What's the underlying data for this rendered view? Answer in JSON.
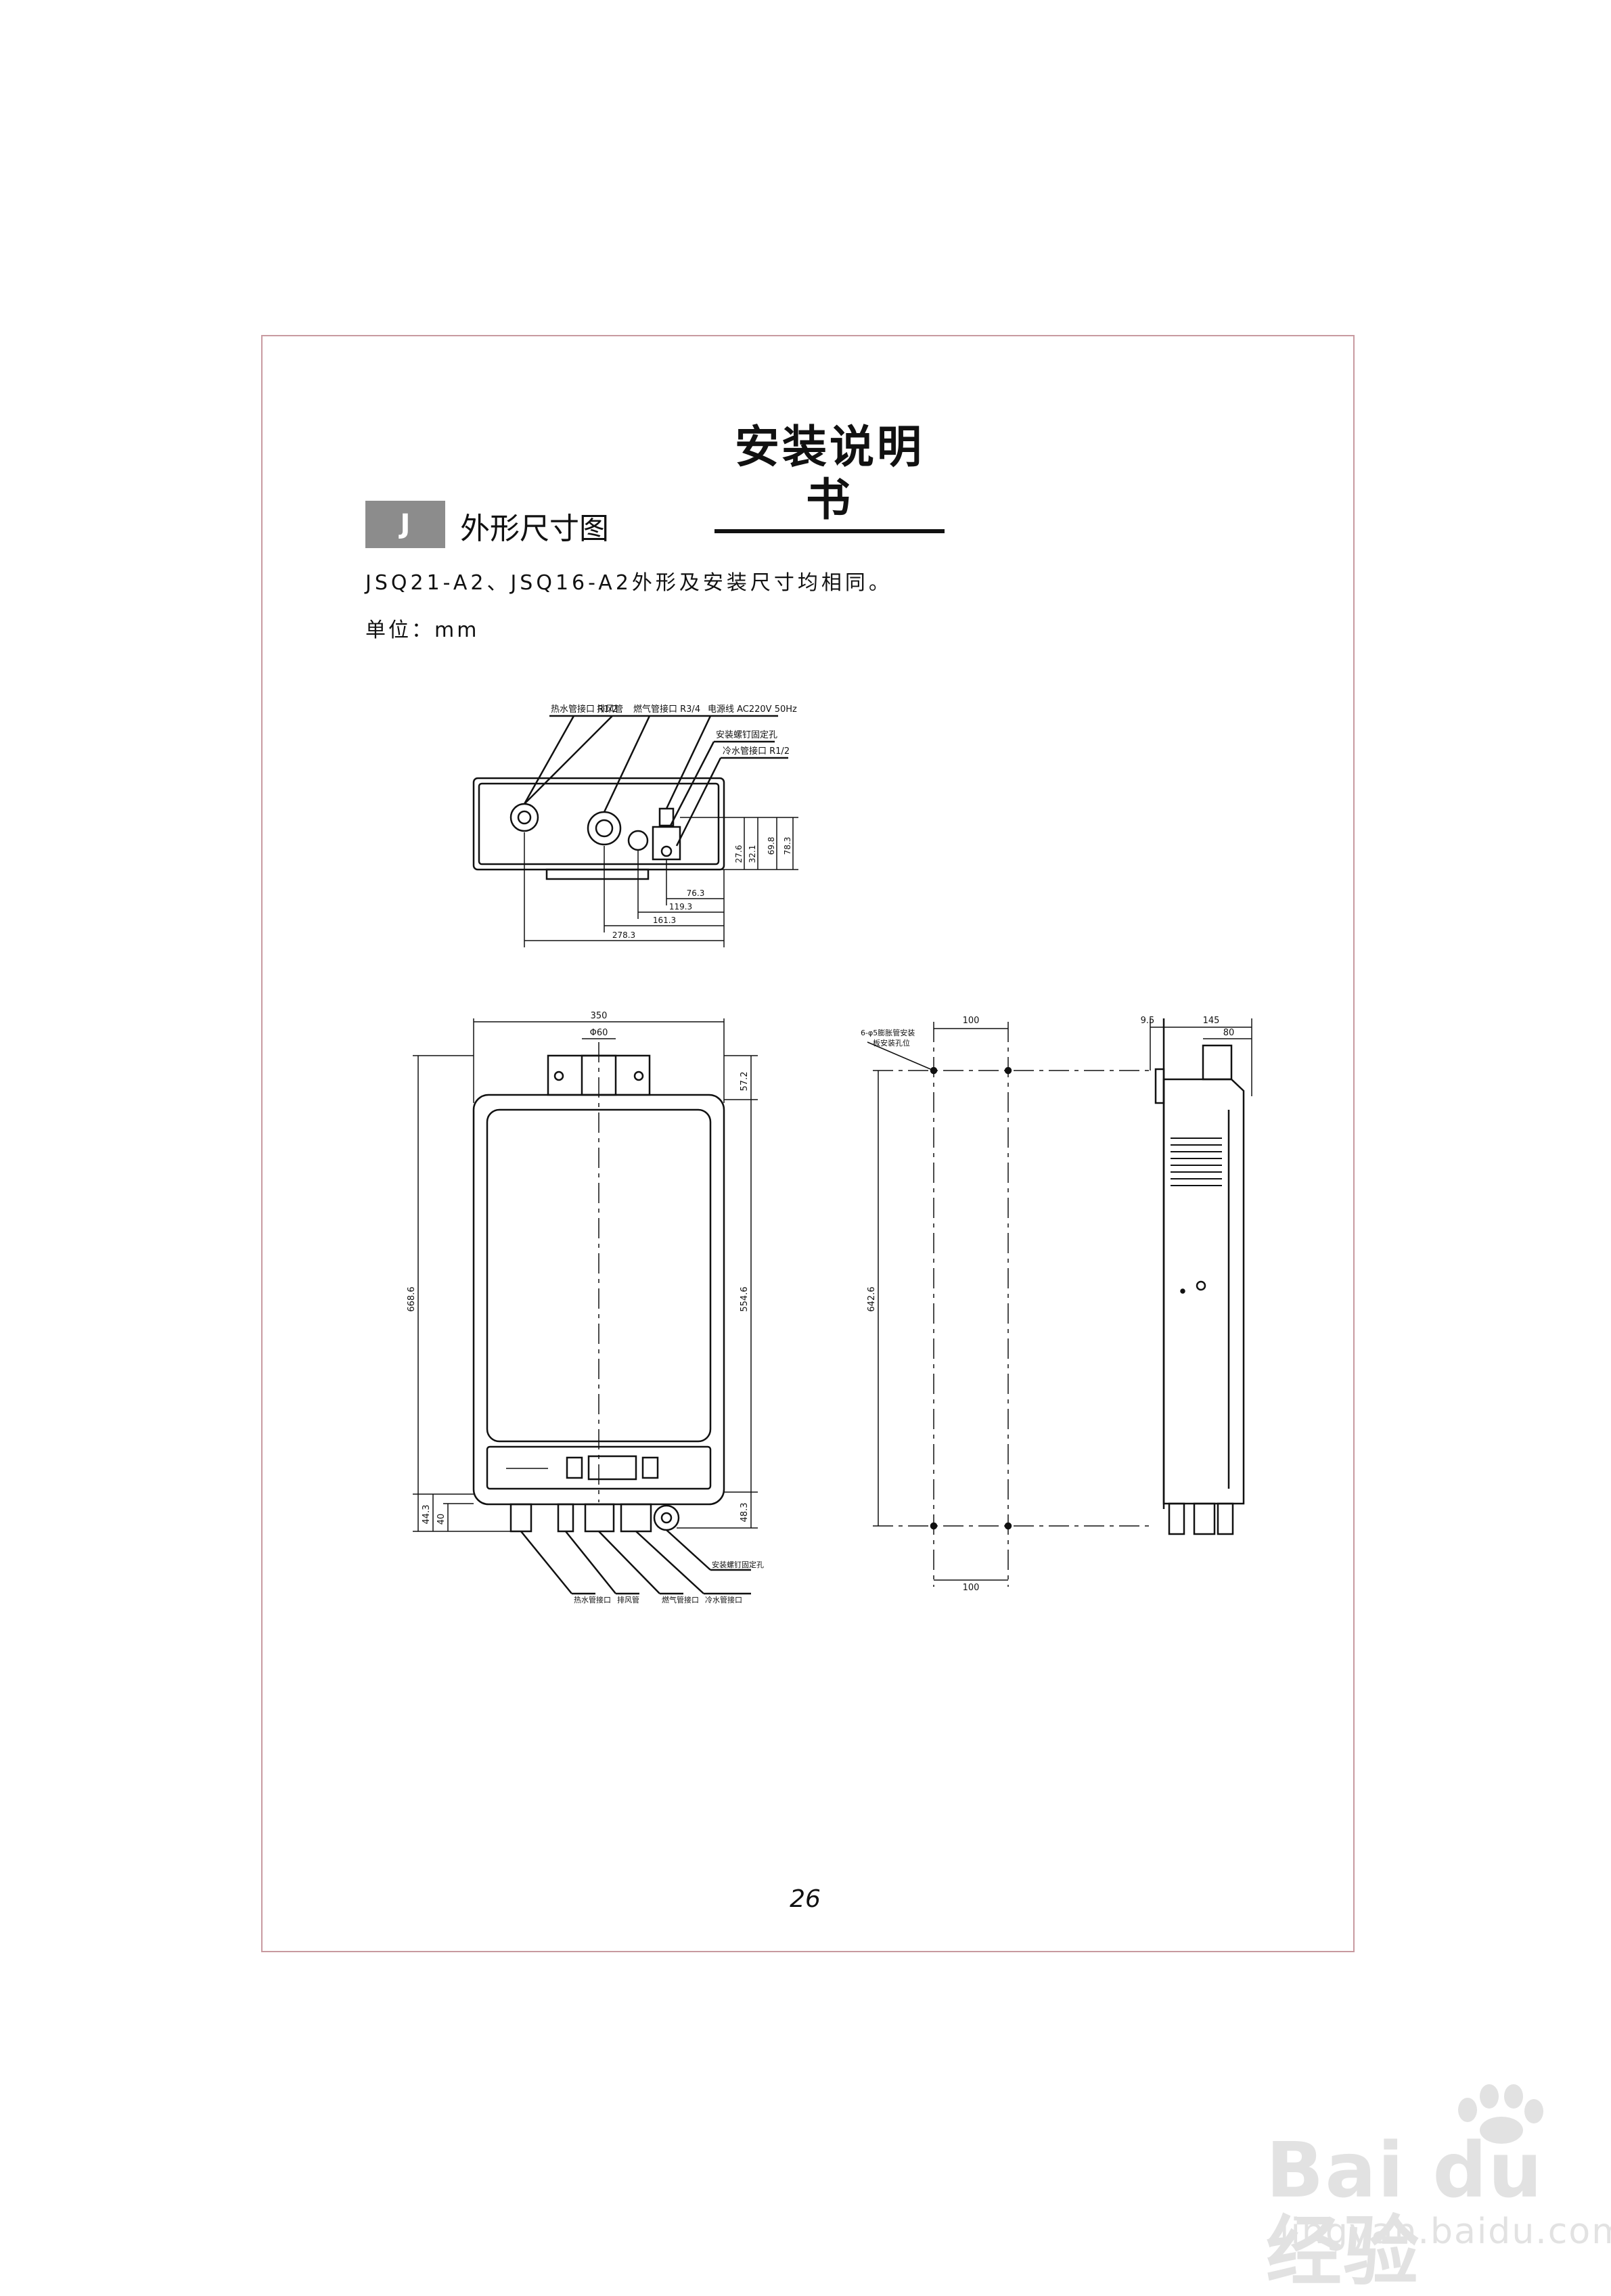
{
  "title": "安装说明书",
  "section": {
    "badge": "J",
    "heading": "外形尺寸图"
  },
  "model_note": "JSQ21-A2、JSQ16-A2外形及安装尺寸均相同。",
  "unit_note": "单位：mm",
  "top_view": {
    "callouts": [
      "热水管接口 R1/2",
      "排风管",
      "燃气管接口 R3/4",
      "电源线 AC220V 50Hz",
      "安装螺钉固定孔",
      "冷水管接口 R1/2"
    ],
    "dims_h": [
      "76.3",
      "119.3",
      "161.3",
      "278.3"
    ],
    "dims_v": [
      "27.6",
      "32.1",
      "69.8",
      "78.3"
    ]
  },
  "front_view": {
    "dims": {
      "width": "350",
      "flue": "Φ60",
      "height": "668.6",
      "top": "57.2",
      "mid": "554.6",
      "bot_l1": "44.3",
      "bot_l2": "40",
      "bot_r": "48.3"
    },
    "callouts": [
      "热水管接口",
      "排风管",
      "燃气管接口",
      "冷水管接口",
      "安装螺钉固定孔"
    ]
  },
  "mount_view": {
    "note_l1": "6-φ5膨胀管安装",
    "note_l2": "板安装孔位",
    "dim_top": "100",
    "dim_side": "642.6",
    "dim_bottom": "100"
  },
  "side_view": {
    "dim_a": "9.5",
    "dim_b": "145",
    "dim_c": "80"
  },
  "page_number": "26",
  "watermark": {
    "main": "Bai du 经验",
    "sub": "jingyan.baidu.com"
  }
}
